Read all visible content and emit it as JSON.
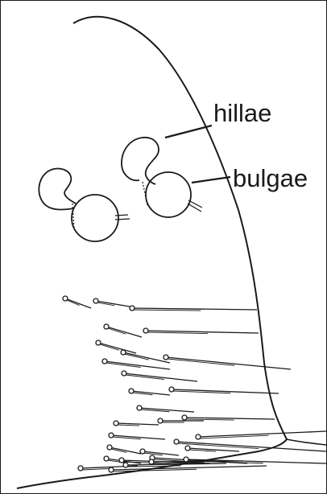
{
  "labels": {
    "hillae": "hillae",
    "bulgae": "bulgae"
  },
  "style": {
    "ink": "#1a1a1a",
    "background": "#ffffff"
  },
  "structures": {
    "pair_count": 2,
    "setae_count": 30
  }
}
